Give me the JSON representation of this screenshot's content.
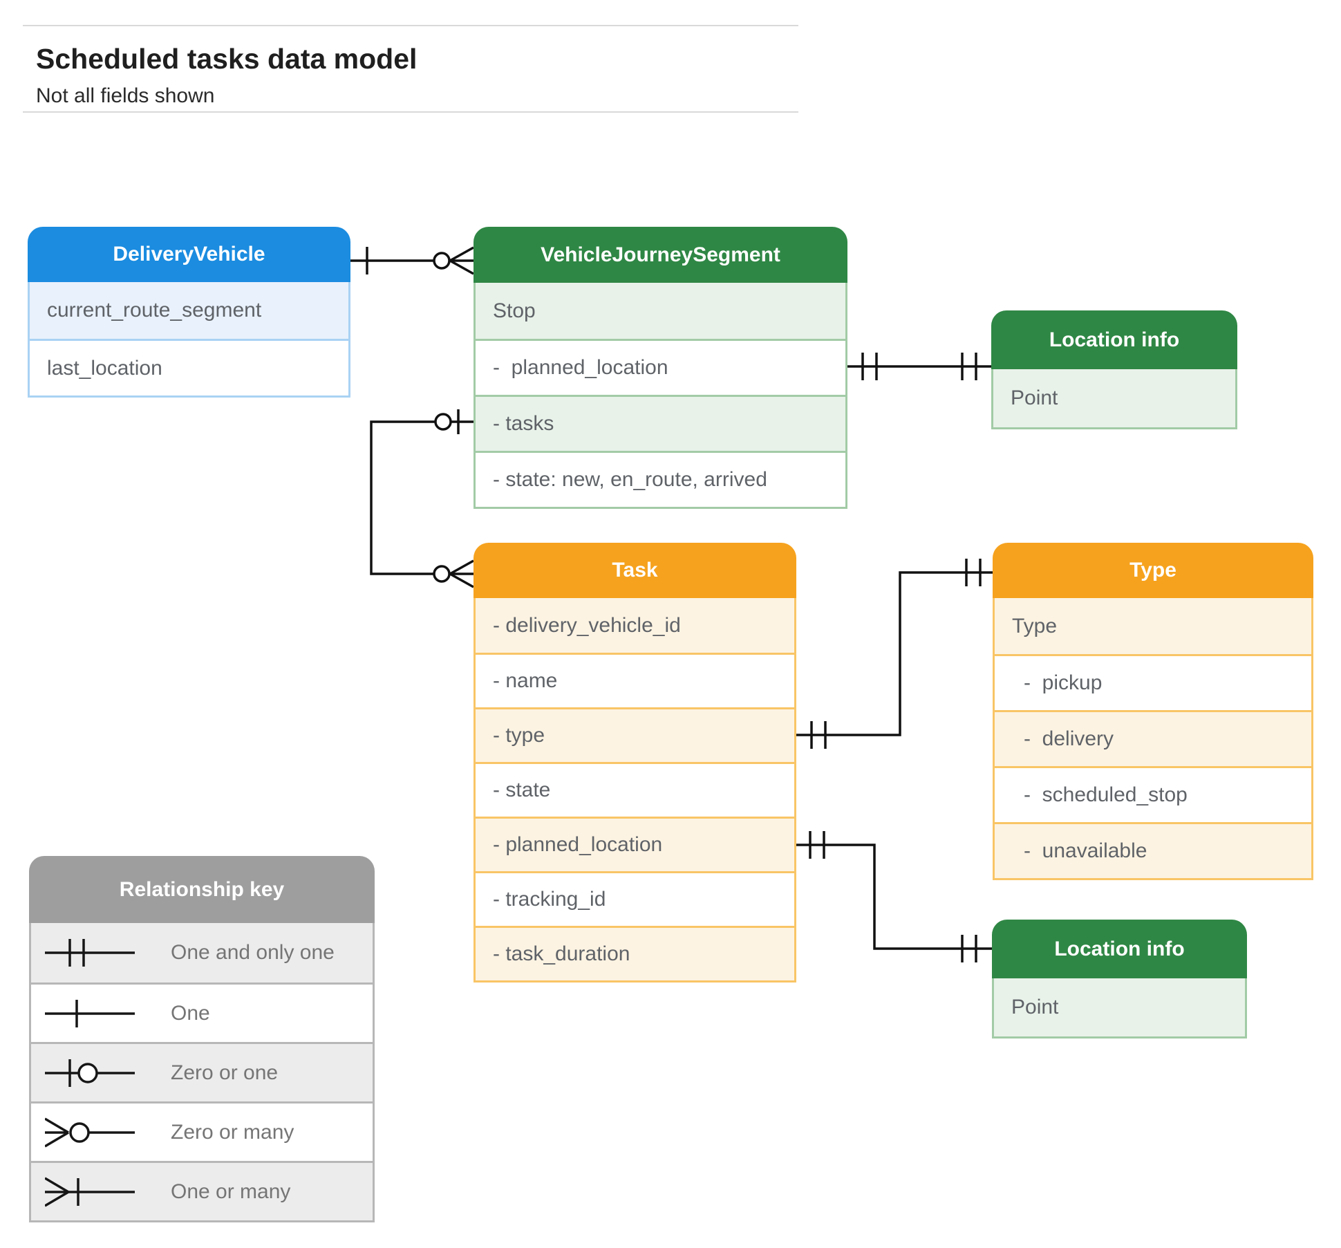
{
  "page": {
    "title": "Scheduled tasks data model",
    "subtitle": "Not all fields shown"
  },
  "entities": {
    "delivery_vehicle": {
      "title": "DeliveryVehicle",
      "rows": [
        {
          "label": "current_route_segment"
        },
        {
          "label": "last_location"
        }
      ]
    },
    "vehicle_journey_segment": {
      "title": "VehicleJourneySegment",
      "rows": [
        {
          "label": "Stop"
        },
        {
          "label": "-  planned_location"
        },
        {
          "label": "- tasks"
        },
        {
          "label": "- state: new, en_route, arrived"
        }
      ]
    },
    "location_info_top": {
      "title": "Location info",
      "rows": [
        {
          "label": "Point"
        }
      ]
    },
    "task": {
      "title": "Task",
      "rows": [
        {
          "label": "- delivery_vehicle_id"
        },
        {
          "label": "- name"
        },
        {
          "label": "- type"
        },
        {
          "label": "- state"
        },
        {
          "label": "- planned_location"
        },
        {
          "label": "- tracking_id"
        },
        {
          "label": "- task_duration"
        }
      ]
    },
    "type": {
      "title": "Type",
      "rows": [
        {
          "label": "Type"
        },
        {
          "label": "-  pickup"
        },
        {
          "label": "-  delivery"
        },
        {
          "label": "-  scheduled_stop"
        },
        {
          "label": "-  unavailable"
        }
      ]
    },
    "location_info_bottom": {
      "title": "Location info",
      "rows": [
        {
          "label": "Point"
        }
      ]
    }
  },
  "legend": {
    "title": "Relationship key",
    "items": [
      {
        "symbol": "one-and-only-one",
        "label": "One and only one"
      },
      {
        "symbol": "one",
        "label": "One"
      },
      {
        "symbol": "zero-or-one",
        "label": "Zero or one"
      },
      {
        "symbol": "zero-or-many",
        "label": "Zero or many"
      },
      {
        "symbol": "one-or-many",
        "label": "One or many"
      }
    ]
  },
  "relationships": [
    {
      "from": "DeliveryVehicle",
      "to": "VehicleJourneySegment",
      "from_cardinality": "one",
      "to_cardinality": "zero-or-many"
    },
    {
      "from": "VehicleJourneySegment.planned_location",
      "to": "Location info",
      "from_cardinality": "one-and-only-one",
      "to_cardinality": "one-and-only-one"
    },
    {
      "from": "VehicleJourneySegment.tasks",
      "to": "Task",
      "from_cardinality": "zero-or-one",
      "to_cardinality": "zero-or-many"
    },
    {
      "from": "Task.type",
      "to": "Type",
      "from_cardinality": "one-and-only-one",
      "to_cardinality": "one-and-only-one"
    },
    {
      "from": "Task.planned_location",
      "to": "Location info",
      "from_cardinality": "one-and-only-one",
      "to_cardinality": "one-and-only-one"
    }
  ],
  "colors": {
    "blue_header": "#1b8ce0",
    "blue_row": "#e9f1fc",
    "green_header": "#2f8745",
    "green_row": "#e8f2e9",
    "orange_header": "#f6a21e",
    "orange_row": "#fdf3e2",
    "gray_header": "#9e9e9e",
    "gray_row": "#ececec",
    "row_text": "#5f6368",
    "connector": "#111111"
  }
}
